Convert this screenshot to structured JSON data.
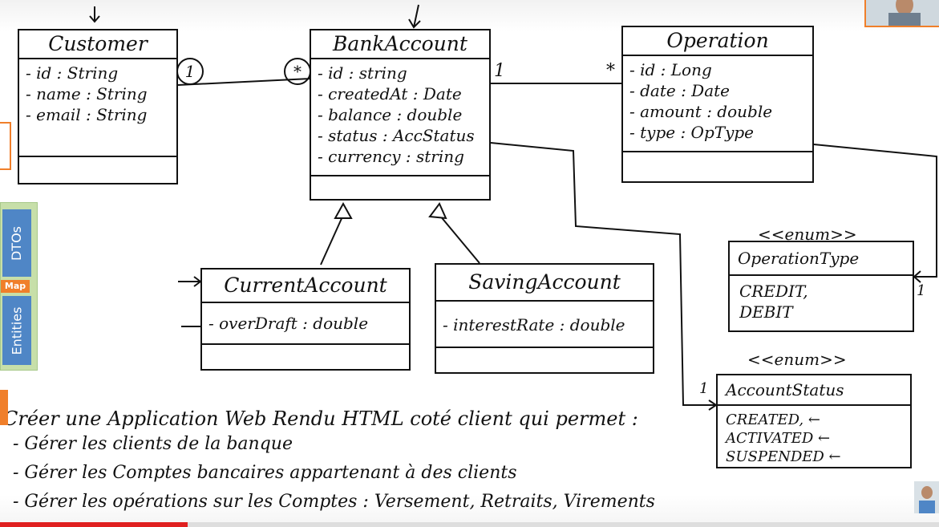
{
  "classes": {
    "customer": {
      "name": "Customer",
      "attributes": [
        "- id : String",
        "- name : String",
        "- email : String"
      ]
    },
    "bank_account": {
      "name": "BankAccount",
      "attributes": [
        "- id : string",
        "- createdAt : Date",
        "- balance : double",
        "- status : AccStatus",
        "- currency : string"
      ]
    },
    "operation": {
      "name": "Operation",
      "attributes": [
        "- id : Long",
        "- date : Date",
        "- amount : double",
        "- type : OpType"
      ]
    },
    "current_account": {
      "name": "CurrentAccount",
      "attributes": [
        "- overDraft : double"
      ]
    },
    "saving_account": {
      "name": "SavingAccount",
      "attributes": [
        "- interestRate : double"
      ]
    }
  },
  "enums": {
    "operation_type": {
      "stereotype": "<<enum>>",
      "name": "OperationType",
      "values": [
        "CREDIT,",
        "DEBIT"
      ]
    },
    "account_status": {
      "stereotype": "<<enum>>",
      "name": "AccountStatus",
      "values": [
        "CREATED, ←",
        "ACTIVATED ←",
        "SUSPENDED ←"
      ]
    }
  },
  "multiplicities": {
    "customer_side": "1",
    "bank_account_customer_side": "*",
    "bank_account_operation_side": "1",
    "operation_side": "*",
    "operation_type_side": "1",
    "account_status_side": "1"
  },
  "notes": {
    "heading": "Créer une Application Web Rendu HTML coté client qui permet :",
    "bullets": [
      "- Gérer les clients de la banque",
      "- Gérer les Comptes bancaires appartenant à des clients",
      "- Gérer les opérations sur les Comptes : Versement, Retraits, Virements"
    ]
  },
  "sidebar": {
    "tab_top": "DTOs",
    "tab_map": "Map",
    "tab_bottom": "Entities"
  },
  "video": {
    "progress": 0.2
  },
  "colors": {
    "accent_orange": "#f07f2a",
    "tab_blue": "#4f86c6",
    "panel_green": "#c7dfa9",
    "progress_red": "#e02020"
  }
}
